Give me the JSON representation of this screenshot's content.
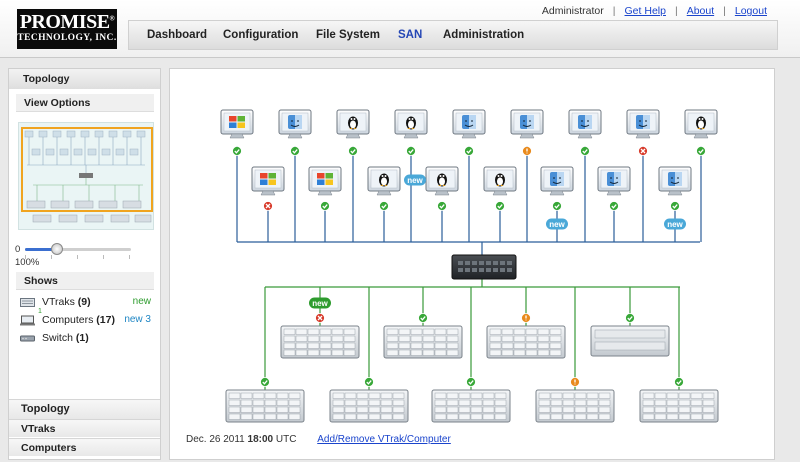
{
  "brand": {
    "line1": "PROMISE",
    "line2": "TECHNOLOGY, INC.",
    "reg": "®"
  },
  "header": {
    "user": "Administrator",
    "links": [
      "Get Help",
      "About",
      "Logout"
    ],
    "tabs": [
      "Dashboard",
      "Configuration",
      "File System",
      "SAN",
      "Administration"
    ],
    "active_tab": "SAN"
  },
  "sidebar": {
    "topology_title": "Topology",
    "view_options": "View Options",
    "zoom": {
      "min_label": "0",
      "max_label": "100%",
      "level": 0.3
    },
    "shows_title": "Shows",
    "shows": [
      {
        "label": "VTraks",
        "count": "(9)",
        "badge": "new",
        "badge_color": "#2e9c2e",
        "icon": "vtrak-icon"
      },
      {
        "label": "Computers",
        "count": "(17)",
        "badge": "new 3",
        "badge_color": "#1f86c4",
        "icon": "computer-icon",
        "marker": "1"
      },
      {
        "label": "Switch",
        "count": "(1)",
        "badge": "",
        "badge_color": "",
        "icon": "switch-icon"
      }
    ],
    "bottom_sections": [
      "Topology",
      "VTraks",
      "Computers"
    ]
  },
  "main": {
    "date": "Dec. 26 2011",
    "time": "18:00",
    "tz": "UTC",
    "add_remove_link": "Add/Remove VTrak/Computer"
  },
  "topology": {
    "colors": {
      "host_line": "#2a5e9a",
      "storage_line": "#3a9a3a",
      "ok": "#38a838",
      "warn": "#e98a1c",
      "err": "#d83a2a",
      "new": "#4aa8d8",
      "new_green": "#2e9c2e"
    },
    "hosts_row1": [
      {
        "os": "windows",
        "status": "ok"
      },
      {
        "os": "mac",
        "status": "ok"
      },
      {
        "os": "linux",
        "status": "ok"
      },
      {
        "os": "linux",
        "status": "ok"
      },
      {
        "os": "mac",
        "status": "ok"
      },
      {
        "os": "mac",
        "status": "warn"
      },
      {
        "os": "mac",
        "status": "ok"
      },
      {
        "os": "mac",
        "status": "err"
      },
      {
        "os": "linux",
        "status": "ok"
      }
    ],
    "hosts_row2": [
      {
        "os": "windows",
        "status": "err"
      },
      {
        "os": "windows",
        "status": "ok"
      },
      {
        "os": "linux",
        "status": "ok"
      },
      {
        "os": "linux",
        "status": "ok"
      },
      {
        "os": "linux",
        "status": "ok"
      },
      {
        "os": "mac",
        "status": "ok",
        "new": true
      },
      {
        "os": "mac",
        "status": "ok"
      },
      {
        "os": "mac",
        "status": "ok",
        "new": true
      }
    ],
    "new_label": "new",
    "vtraks_row1": [
      {
        "status": "err",
        "new": true,
        "kind": "array"
      },
      {
        "status": "ok",
        "kind": "array"
      },
      {
        "status": "warn",
        "kind": "array"
      },
      {
        "status": "ok",
        "kind": "server"
      }
    ],
    "vtraks_row2": [
      {
        "status": "ok",
        "kind": "array"
      },
      {
        "status": "ok",
        "kind": "array"
      },
      {
        "status": "ok",
        "kind": "array"
      },
      {
        "status": "warn",
        "kind": "array"
      },
      {
        "status": "ok",
        "kind": "array"
      }
    ]
  }
}
